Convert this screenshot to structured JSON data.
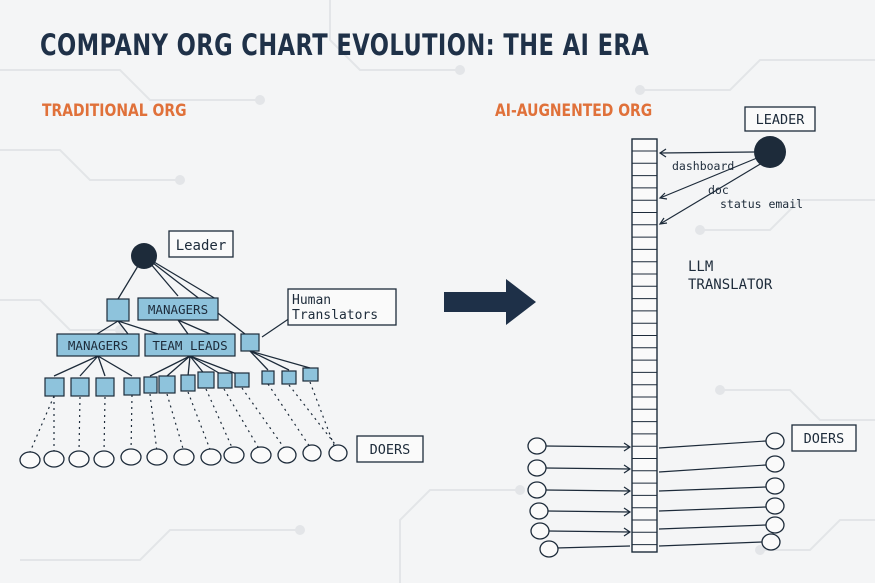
{
  "title": "COMPANY ORG CHART EVOLUTION: THE AI ERA",
  "traditional": {
    "heading": "TRADITIONAL ORG",
    "leader_label": "Leader",
    "managers_label": "MANAGERS",
    "managers_label_2": "MANAGERS",
    "team_leads_label": "TEAM LEADS",
    "human_translators_line1": "Human",
    "human_translators_line2": "Translators",
    "doers_label": "DOERS"
  },
  "ai": {
    "heading": "AI-AUGNENTED ORG",
    "leader_label": "LEADER",
    "dashboard_label": "dashboard",
    "doc_label": "doc",
    "status_email_label": "status email",
    "llm_line1": "LLM",
    "llm_line2": "TRANSLATOR",
    "doers_label": "DOERS"
  },
  "colors": {
    "title": "#1f3148",
    "accent": "#e0713a",
    "node_fill": "#8ec3dc",
    "ink": "#1d2b3a",
    "arrow": "#1e3048"
  }
}
